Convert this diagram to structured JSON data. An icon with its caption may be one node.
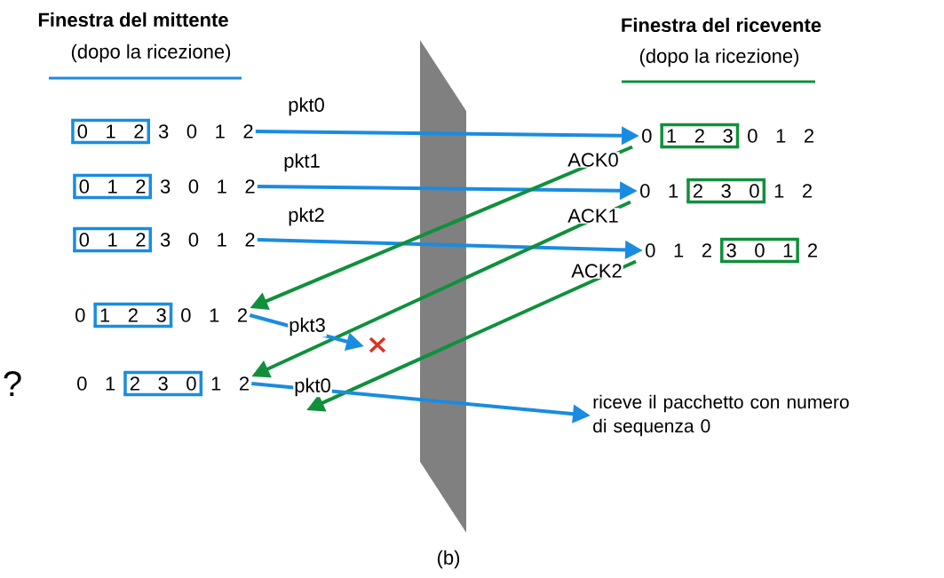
{
  "diagram": {
    "caption": "(b)",
    "nodes": [
      {
        "text": [
          "0 1 2",
          "3 0 1 2"
        ]
      },
      {
        "text": [
          "0 1 2",
          "3 0 1 2"
        ]
      },
      {
        "text": [
          "0 1 2",
          "3 0 1 2"
        ]
      },
      {
        "text": [
          "0",
          "1 2 3",
          "0 1 2"
        ]
      },
      {
        "text": [
          "0 1",
          "2 3 0",
          "1 2"
        ]
      },
      {
        "text": [
          "0",
          "1 2 3",
          "0 1 2"
        ]
      },
      {
        "text": [
          "0 1",
          "2 3 0",
          "1 2"
        ]
      },
      {
        "text": [
          "0 1 2",
          "3 0 1",
          "2"
        ]
      },
      {
        "text": [
          "riceve il pacchetto con numero di sequenza 0"
        ]
      }
    ],
    "edges": [
      {
        "from": 0,
        "to": 5,
        "arrow": "to",
        "label": "pkt0"
      },
      {
        "from": 1,
        "to": 6,
        "arrow": "to",
        "label": "pkt1"
      },
      {
        "from": 2,
        "to": 7,
        "arrow": "to",
        "label": "pkt2"
      },
      {
        "from": 5,
        "to": 3,
        "arrow": "to",
        "label": "ACK0",
        "color": "#10903c"
      },
      {
        "from": 6,
        "to": 4,
        "arrow": "to",
        "label": "ACK1",
        "color": "#10903c"
      },
      {
        "from": 7,
        "to": null,
        "arrow": "to",
        "label": "ACK2",
        "color": "#10903c"
      },
      {
        "from": 3,
        "to": null,
        "arrow": "to",
        "label": "pkt3"
      },
      {
        "from": 4,
        "to": 8,
        "arrow": "to",
        "label": "pkt0"
      }
    ],
    "labels": [
      "Finestra del mittente",
      "(dopo la ricezione)",
      "Finestra del ricevente",
      "(dopo la ricezione)",
      "?"
    ]
  }
}
